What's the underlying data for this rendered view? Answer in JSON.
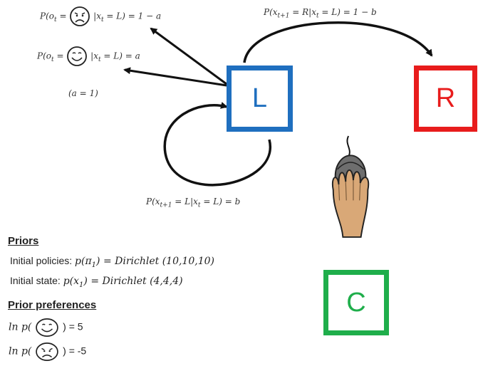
{
  "states": {
    "L": {
      "label": "L",
      "color": "#1f6fbf"
    },
    "R": {
      "label": "R",
      "color": "#e81c1c"
    },
    "C": {
      "label": "C",
      "color": "#1fae4b"
    }
  },
  "transitions": {
    "sad_left": "P(o",
    "sad_sub": "t",
    "sad_right": "|x",
    "sad_sub2": "t",
    "sad_end": "= L) = 1 − a",
    "happy_left": "P(o",
    "happy_sub": "t",
    "happy_right": "|x",
    "happy_sub2": "t",
    "happy_end": "= L) = a",
    "a_note": "(a  = 1)",
    "to_R": "P(x",
    "to_R_sub": "t+1",
    "to_R_mid": "= R|x",
    "to_R_sub2": "t",
    "to_R_end": "= L) = 1 − b",
    "stay_L": "P(x",
    "stay_L_sub": "t+1",
    "stay_L_mid": "= L|x",
    "stay_L_sub2": "t",
    "stay_L_end": "= L) = b"
  },
  "priors": {
    "heading": "Priors",
    "policies_label": "Initial policies: ",
    "policies_math": "p(π",
    "policies_sub": "1",
    "policies_math_end": ") = Dirichlet (10,10,10)",
    "state_label": "Initial state: ",
    "state_math": "p(x",
    "state_sub": "1",
    "state_math_end": ") = Dirichlet (4,4,4)"
  },
  "preferences": {
    "heading": "Prior preferences",
    "happy_prefix": "ln p(",
    "happy_suffix": ") = 5",
    "sad_prefix": "ln p(",
    "sad_suffix": ") = -5"
  },
  "colors": {
    "hand_skin": "#d9a877",
    "mouse_body": "#6e6e6e",
    "arrow": "#111111"
  }
}
